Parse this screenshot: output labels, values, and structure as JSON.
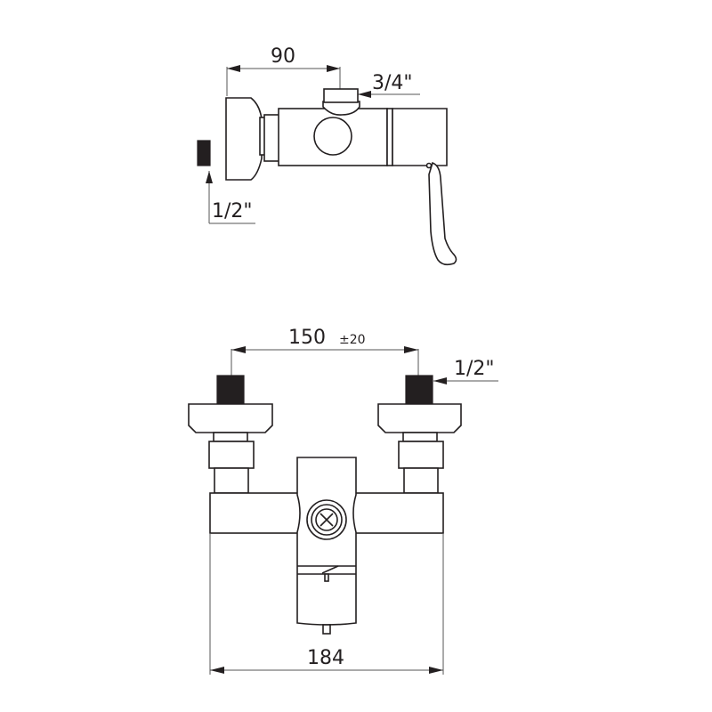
{
  "drawing": {
    "background": "#ffffff",
    "line_color": "#231f20",
    "side_view": {
      "dim_depth": "90",
      "dim_outlet_thread": "3/4\"",
      "dim_inlet_thread": "1/2\""
    },
    "front_view": {
      "dim_center_distance": "150",
      "dim_tolerance": "±20",
      "dim_inlet_thread": "1/2\"",
      "dim_overall_width": "184"
    }
  }
}
